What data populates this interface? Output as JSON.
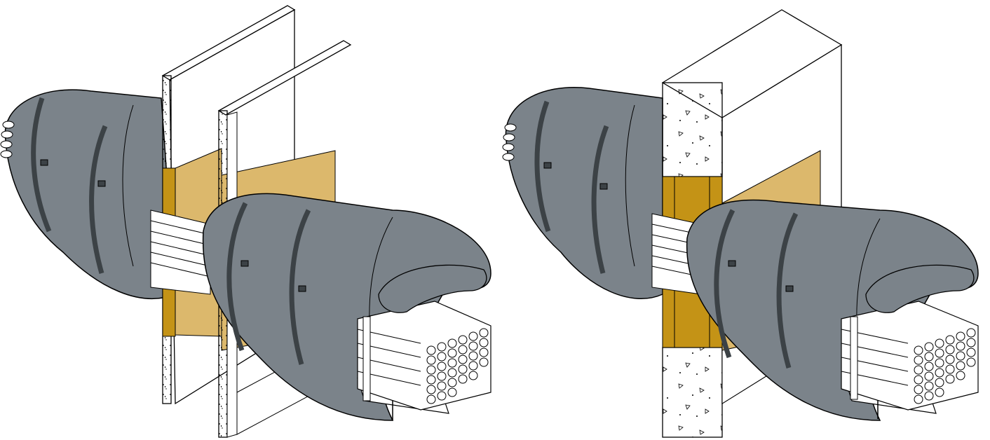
{
  "figures": [
    {
      "id": "drywall",
      "wall_type": "double-drywall-partition"
    },
    {
      "id": "concrete",
      "wall_type": "solid-concrete-wall"
    }
  ],
  "colors": {
    "wrap": "#7b838a",
    "strap": "#3c4246",
    "seal_light": "#dcb86c",
    "seal_dark": "#c49316",
    "cable": "#ffffff",
    "board": "#ffffff",
    "stroke": "#000000"
  },
  "icons": [
    "cable-bundle-icon",
    "wrap-collar-icon",
    "seal-plate-icon",
    "cable-tray-icon",
    "strap-icon"
  ]
}
